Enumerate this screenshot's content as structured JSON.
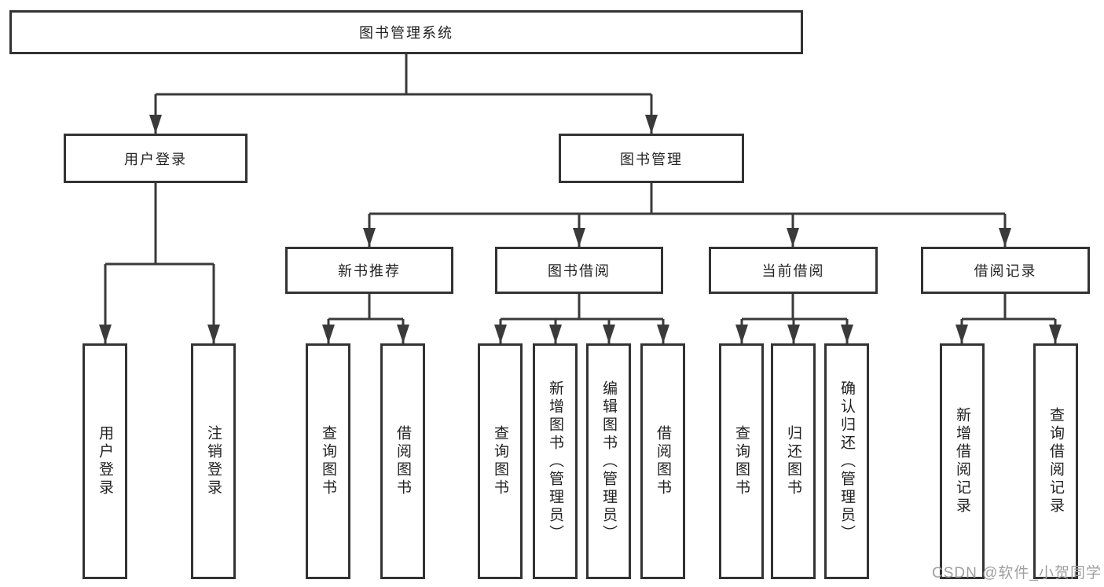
{
  "tree": {
    "root": "图书管理系统",
    "branches": [
      {
        "label": "用户登录",
        "children": [
          "用户登录",
          "注销登录"
        ]
      },
      {
        "label": "图书管理",
        "children": [
          {
            "label": "新书推荐",
            "children": [
              "查询图书",
              "借阅图书"
            ]
          },
          {
            "label": "图书借阅",
            "children": [
              "查询图书",
              "新增图书（管理员）",
              "编辑图书（管理员）",
              "借阅图书"
            ]
          },
          {
            "label": "当前借阅",
            "children": [
              "查询图书",
              "归还图书",
              "确认归还（管理员）"
            ]
          },
          {
            "label": "借阅记录",
            "children": [
              "新增借阅记录",
              "查询借阅记录"
            ]
          }
        ]
      }
    ]
  },
  "watermark": "CSDN @软件_小贺同学",
  "colors": {
    "line": "#3a3a3a",
    "box_border": "#333333",
    "box_fill": "#ffffff",
    "text": "#222222",
    "watermark": "#9f9f9f",
    "background": "#ffffff"
  }
}
